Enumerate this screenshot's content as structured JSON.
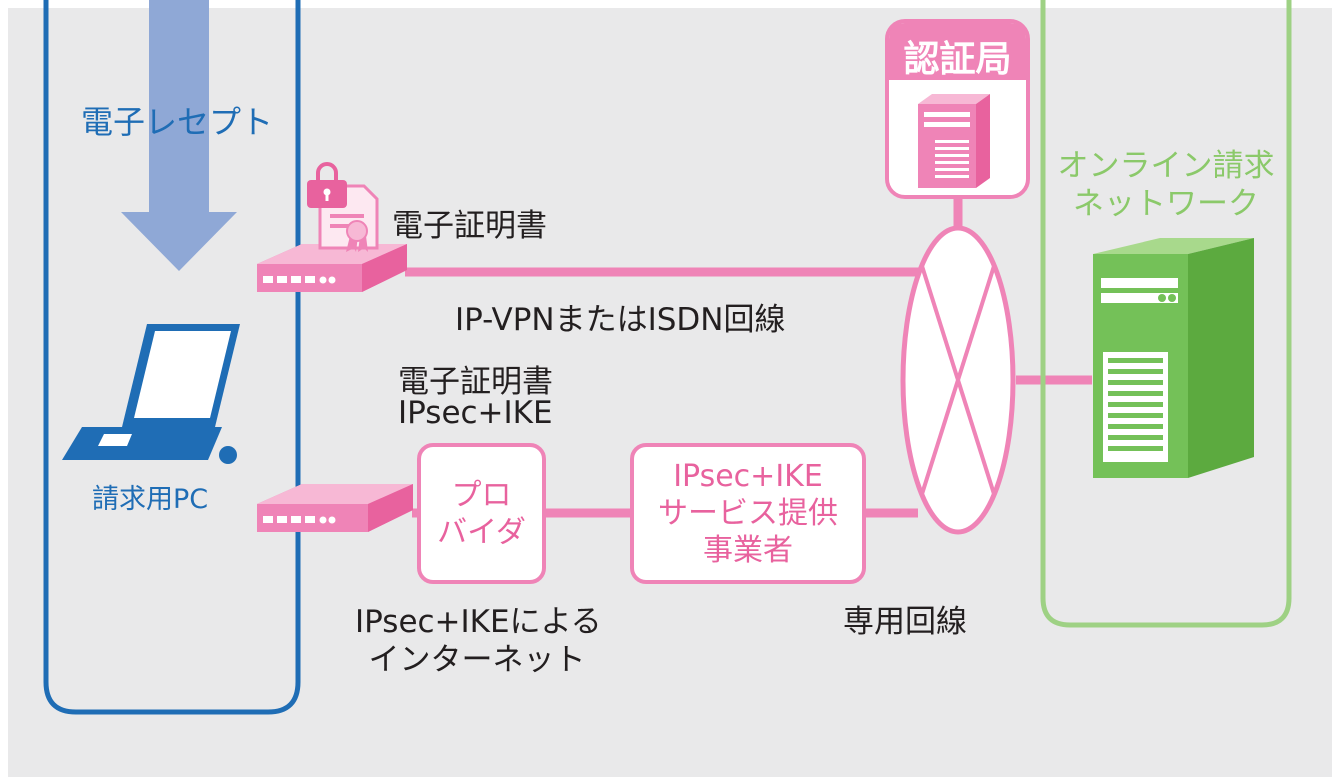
{
  "colors": {
    "background": "#e9e9ea",
    "pink": "#ef84b7",
    "pink_dark": "#e8629e",
    "blue": "#1f6db5",
    "blue_arrow": "#8fa8d6",
    "green": "#9ed184",
    "green_server": "#74c158",
    "text": "#231f20"
  },
  "receipt_label": "電子レセプト",
  "pc_label": "請求用PC",
  "auth": {
    "title": "認証局"
  },
  "network": {
    "line1": "オンライン請求",
    "line2": "ネットワーク"
  },
  "route_top": {
    "cert_label": "電子証明書",
    "line_label": "IP-VPNまたはISDN回線"
  },
  "route_bottom": {
    "cert_label_line1": "電子証明書",
    "cert_label_line2": "IPsec+IKE",
    "provider_line1": "プロ",
    "provider_line2": "バイダ",
    "service_line1": "IPsec+IKE",
    "service_line2": "サービス提供",
    "service_line3": "事業者",
    "internet_line1": "IPsec+IKEによる",
    "internet_line2": "インターネット",
    "leased_line": "専用回線"
  },
  "icons": {
    "arrow": "down-arrow-icon",
    "laptop": "laptop-icon",
    "router": "router-icon",
    "certificate": "certificate-icon",
    "auth_server": "server-icon",
    "network_switch": "network-switch-icon",
    "main_server": "server-icon"
  }
}
